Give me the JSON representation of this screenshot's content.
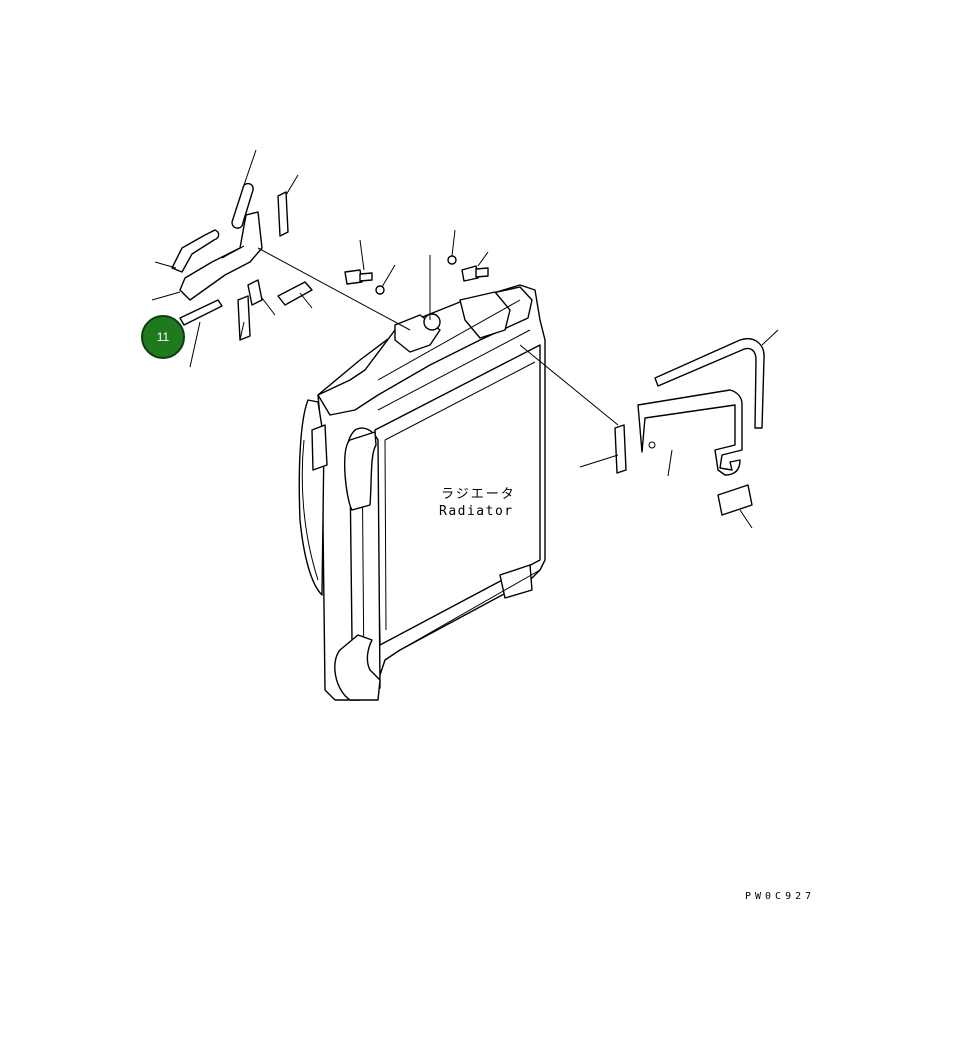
{
  "diagram": {
    "label_jp": "ラジエータ",
    "label_en": "Radiator",
    "drawing_code": "PW0C927",
    "callout": {
      "number": "11",
      "color": "#1f7a1f",
      "border": "#0d3d0d"
    }
  }
}
